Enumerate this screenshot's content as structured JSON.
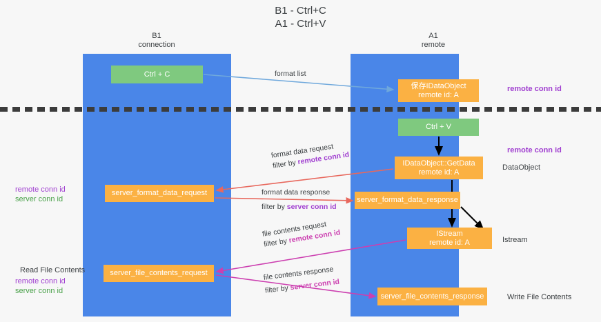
{
  "title": {
    "line1": "B1 - Ctrl+C",
    "line2": "A1 - Ctrl+V"
  },
  "lanes": [
    {
      "id": "b1",
      "name": "B1",
      "subtitle": "connection",
      "color": "#4a86e8"
    },
    {
      "id": "a1",
      "name": "A1",
      "subtitle": "remote",
      "color": "#4a86e8"
    }
  ],
  "nodes": {
    "ctrl_c": {
      "line1": "Ctrl + C",
      "line2": "",
      "color": "#7fc97f"
    },
    "save_dataobj": {
      "line1": "保存IDataObject",
      "line2": "remote id: A",
      "color": "#fbb143"
    },
    "ctrl_v": {
      "line1": "Ctrl + V",
      "line2": "",
      "color": "#7fc97f"
    },
    "getdata": {
      "line1": "IDataObject::GetData",
      "line2": "remote id: A",
      "color": "#fbb143"
    },
    "fmt_request": {
      "line1": "server_format_data_request",
      "line2": "",
      "color": "#fbb143"
    },
    "fmt_response": {
      "line1": "server_format_data_response",
      "line2": "",
      "color": "#fbb143"
    },
    "istream": {
      "line1": "IStream",
      "line2": "remote id: A",
      "color": "#fbb143"
    },
    "file_request": {
      "line1": "server_file_contents_request",
      "line2": "",
      "color": "#fbb143"
    },
    "file_response": {
      "line1": "server_file_contents_response",
      "line2": "",
      "color": "#fbb143"
    }
  },
  "connector_labels": {
    "format_list": {
      "line1": "format list",
      "filter_prefix": "",
      "filter_value": ""
    },
    "format_data_request": {
      "line1": "format data request",
      "filter_prefix": "filter by ",
      "filter_value": "remote conn id",
      "filter_color": "#a03fd0"
    },
    "format_data_response": {
      "line1": "format data response",
      "filter_prefix": "filter by ",
      "filter_value": "server conn id",
      "filter_color": "#a03fd0"
    },
    "file_contents_request": {
      "line1": "file contents request",
      "filter_prefix": "filter by ",
      "filter_value": "remote conn id",
      "filter_color": "#cc3fb0"
    },
    "file_contents_response": {
      "line1": "file contents response",
      "filter_prefix": "filter by ",
      "filter_value": "server conn id",
      "filter_color": "#cc3fb0"
    }
  },
  "right_labels": {
    "remote_conn_id_top": "remote conn id",
    "remote_conn_id_mid": "remote conn id",
    "dataobject": "DataObject",
    "istream": "Istream",
    "write_file_contents": "Write File Contents"
  },
  "left_labels": {
    "remote_conn_id_mid": "remote conn id",
    "server_conn_id_mid": "server conn id",
    "read_file_contents": "Read File Contents",
    "remote_conn_id_bottom": "remote conn id",
    "server_conn_id_bottom": "server conn id"
  },
  "colors": {
    "lane": "#4a86e8",
    "node_green": "#7fc97f",
    "node_orange": "#fbb143",
    "purple": "#a03fd0",
    "magenta": "#cc3fb0",
    "green_text": "#4aa14a",
    "red_arrow": "#e8685d",
    "blue_arrow": "#6fa8dc",
    "black_arrow": "#000000",
    "dashed": "#3c3c3c",
    "background": "#f7f7f7"
  }
}
